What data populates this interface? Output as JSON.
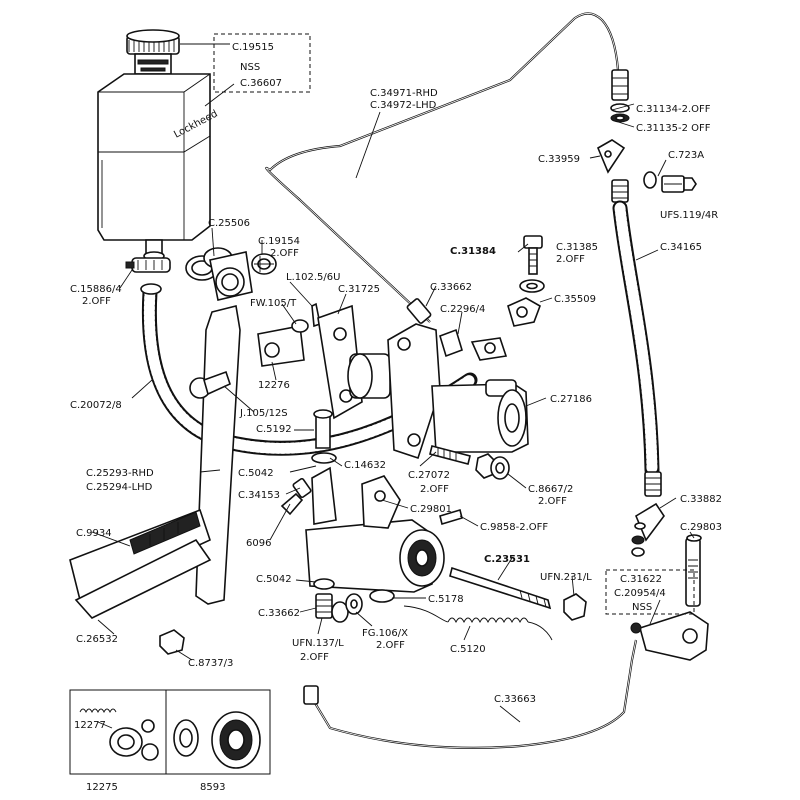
{
  "reservoir": {
    "embossed": "Lockheed"
  },
  "labels": {
    "cap": "C.19515",
    "nss_top": "NSS",
    "reservoir": "C.36607",
    "pipe_long_rhd": "C.34971-RHD",
    "pipe_long_lhd": "C.34972-LHD",
    "washer_a": "C.31134-2.OFF",
    "washer_b": "C.31135-2 OFF",
    "clip": "C.33959",
    "washer_c": "C.723A",
    "bolt": "UFS.119/4R",
    "flex_hose": "C.34165",
    "hose_clip": "C.15886/4",
    "hose_clip_qty": "2.OFF",
    "bush": "C.25506",
    "bush2": "C.19154",
    "bush2_qty": "2.OFF",
    "pin": "L.102.5/6U",
    "washer_fw": "FW.105/T",
    "master_body": "C.31725",
    "banjo": "C.31384",
    "banjo_bolt": "C.31385",
    "banjo_bolt_qty": "2.OFF",
    "union": "C.33662",
    "pipe_clip": "C.2296/4",
    "union2": "C.35509",
    "fork": "12276",
    "hose_res": "C.20072/8",
    "pin2": "J.105/12S",
    "slave_pipe": "C.5192",
    "master_cyl": "C.27186",
    "seal_a": "C.5042",
    "seal_b": "C.14632",
    "seal_c": "C.34153",
    "stud": "C.27072",
    "stud_qty": "2.OFF",
    "nut": "C.8667/2",
    "nut_qty": "2.OFF",
    "pedal_rhd": "C.25293-RHD",
    "pedal_lhd": "C.25294-LHD",
    "clip2": "C.33882",
    "bleed": "6096",
    "slave_cyl": "C.29801",
    "spring_pin": "C.9858-2.OFF",
    "rod": "C.29803",
    "pad": "C.9934",
    "push_rod": "C.23531",
    "nut2": "UFN.231/L",
    "boot": "C.31622",
    "yoke": "C.20954/4",
    "nss_bottom": "NSS",
    "seal_d": "C.5042",
    "washer_d": "C.5178",
    "union3": "C.33662",
    "nut3": "UFN.137/L",
    "nut3_qty": "2.OFF",
    "washer_fg": "FG.106/X",
    "washer_fg_qty": "2.OFF",
    "return_spring": "C.5120",
    "pedal_rubber": "C.26532",
    "bush3": "C.8737/3",
    "pipe_lower": "C.33663",
    "kit_a_top": "12277",
    "kit_a": "12275",
    "kit_b": "8593"
  }
}
